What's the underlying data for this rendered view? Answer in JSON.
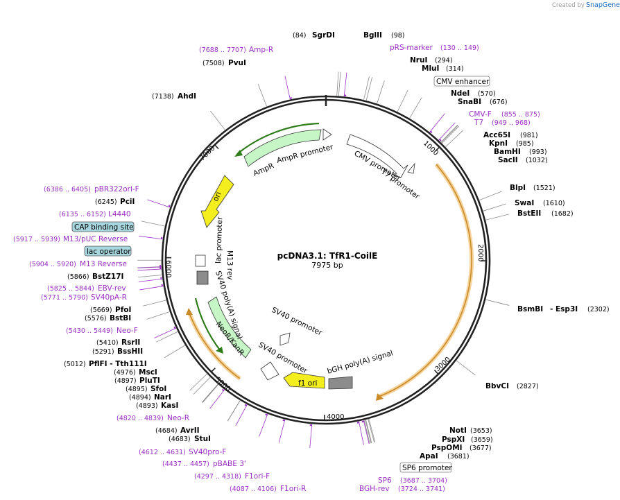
{
  "credit": {
    "text": "Created by",
    "brand": "SnapGene"
  },
  "plasmid": {
    "name": "pcDNA3.1: TfR1-CoilE",
    "length": "7975 bp",
    "total_bp": 7975
  },
  "ticks": [
    {
      "bp": 1000,
      "label": "1000"
    },
    {
      "bp": 2000,
      "label": "2000"
    },
    {
      "bp": 3000,
      "label": "3000"
    },
    {
      "bp": 4000,
      "label": "4000"
    },
    {
      "bp": 5000,
      "label": "5000"
    },
    {
      "bp": 6000,
      "label": "6000"
    },
    {
      "bp": 7000,
      "label": "7000"
    }
  ],
  "sites": [
    {
      "name": "SgrDI",
      "pos": "(84)",
      "type": "enzyme",
      "bp": 84
    },
    {
      "name": "BglII",
      "pos": "(98)",
      "type": "enzyme",
      "bp": 98
    },
    {
      "name": "pRS-marker",
      "pos": "(130 .. 149)",
      "type": "primer",
      "bp": 140
    },
    {
      "name": "NruI",
      "pos": "(294)",
      "type": "enzyme",
      "bp": 294
    },
    {
      "name": "MluI",
      "pos": "(314)",
      "type": "enzyme",
      "bp": 314
    },
    {
      "name": "CMV enhancer",
      "pos": "",
      "type": "boxed",
      "bp": 400
    },
    {
      "name": "NdeI",
      "pos": "(570)",
      "type": "enzyme",
      "bp": 570
    },
    {
      "name": "SnaBI",
      "pos": "(676)",
      "type": "enzyme",
      "bp": 676
    },
    {
      "name": "CMV-F",
      "pos": "(855 .. 875)",
      "type": "primer",
      "bp": 865
    },
    {
      "name": "T7",
      "pos": "(949 .. 968)",
      "type": "primer",
      "bp": 958
    },
    {
      "name": "Acc65I",
      "pos": "(981)",
      "type": "enzyme",
      "bp": 981
    },
    {
      "name": "KpnI",
      "pos": "(985)",
      "type": "enzyme",
      "bp": 985
    },
    {
      "name": "BamHI",
      "pos": "(993)",
      "type": "enzyme",
      "bp": 993
    },
    {
      "name": "SacII",
      "pos": "(1032)",
      "type": "enzyme",
      "bp": 1032
    },
    {
      "name": "BlpI",
      "pos": "(1521)",
      "type": "enzyme",
      "bp": 1521
    },
    {
      "name": "SwaI",
      "pos": "(1610)",
      "type": "enzyme",
      "bp": 1610
    },
    {
      "name": "BstEII",
      "pos": "(1682)",
      "type": "enzyme",
      "bp": 1682
    },
    {
      "name": "BsmBI",
      "pos": "",
      "type": "enzyme",
      "bp": 2302
    },
    {
      "name": "- Esp3I",
      "pos": "(2302)",
      "type": "enzyme",
      "bp": 2302
    },
    {
      "name": "BbvCI",
      "pos": "(2827)",
      "type": "enzyme",
      "bp": 2827
    },
    {
      "name": "NotI",
      "pos": "(3653)",
      "type": "enzyme",
      "bp": 3653
    },
    {
      "name": "PspXI",
      "pos": "(3659)",
      "type": "enzyme",
      "bp": 3659
    },
    {
      "name": "PspOMI",
      "pos": "(3677)",
      "type": "enzyme",
      "bp": 3677
    },
    {
      "name": "ApaI",
      "pos": "(3681)",
      "type": "enzyme",
      "bp": 3681
    },
    {
      "name": "SP6 promoter",
      "pos": "",
      "type": "boxed",
      "bp": 3690
    },
    {
      "name": "SP6",
      "pos": "(3687 .. 3704)",
      "type": "primer",
      "bp": 3695
    },
    {
      "name": "BGH-rev",
      "pos": "(3724 .. 3741)",
      "type": "primer",
      "bp": 3732
    },
    {
      "name": "F1ori-R",
      "pos": "(4087 .. 4106)",
      "type": "primer",
      "bp": 4096
    },
    {
      "name": "F1ori-F",
      "pos": "(4297 .. 4318)",
      "type": "primer",
      "bp": 4307
    },
    {
      "name": "pBABE 3'",
      "pos": "(4437 .. 4457)",
      "type": "primer",
      "bp": 4447
    },
    {
      "name": "SV40pro-F",
      "pos": "(4612 .. 4631)",
      "type": "primer",
      "bp": 4621
    },
    {
      "name": "StuI",
      "pos": "(4683)",
      "type": "enzyme",
      "bp": 4683
    },
    {
      "name": "AvrII",
      "pos": "(4684)",
      "type": "enzyme",
      "bp": 4684
    },
    {
      "name": "Neo-R",
      "pos": "(4820 .. 4839)",
      "type": "primer",
      "bp": 4830
    },
    {
      "name": "KasI",
      "pos": "(4893)",
      "type": "enzyme",
      "bp": 4893
    },
    {
      "name": "NarI",
      "pos": "(4894)",
      "type": "enzyme",
      "bp": 4894
    },
    {
      "name": "SfoI",
      "pos": "(4895)",
      "type": "enzyme",
      "bp": 4895
    },
    {
      "name": "PluTI",
      "pos": "(4897)",
      "type": "enzyme",
      "bp": 4897
    },
    {
      "name": "MscI",
      "pos": "(4976)",
      "type": "enzyme",
      "bp": 4976
    },
    {
      "name": "PflFI - Tth111I",
      "pos": "(5012)",
      "type": "enzyme",
      "bp": 5012
    },
    {
      "name": "BssHII",
      "pos": "(5291)",
      "type": "enzyme",
      "bp": 5291
    },
    {
      "name": "RsrII",
      "pos": "(5410)",
      "type": "enzyme",
      "bp": 5410
    },
    {
      "name": "Neo-F",
      "pos": "(5430 .. 5449)",
      "type": "primer",
      "bp": 5440
    },
    {
      "name": "BstBI",
      "pos": "(5576)",
      "type": "enzyme",
      "bp": 5576
    },
    {
      "name": "PfoI",
      "pos": "(5669)",
      "type": "enzyme",
      "bp": 5669
    },
    {
      "name": "SV40pA-R",
      "pos": "(5771 .. 5790)",
      "type": "primer",
      "bp": 5780
    },
    {
      "name": "EBV-rev",
      "pos": "(5825 .. 5844)",
      "type": "primer",
      "bp": 5835
    },
    {
      "name": "BstZ17I",
      "pos": "(5866)",
      "type": "enzyme",
      "bp": 5866
    },
    {
      "name": "M13 Reverse",
      "pos": "(5904 .. 5920)",
      "type": "primer",
      "bp": 5912
    },
    {
      "name": "lac operator",
      "pos": "",
      "type": "boxed",
      "bp": 5930
    },
    {
      "name": "M13/pUC Reverse",
      "pos": "(5917 .. 5939)",
      "type": "primer",
      "bp": 5928
    },
    {
      "name": "CAP binding site",
      "pos": "",
      "type": "boxed",
      "bp": 5980
    },
    {
      "name": "L4440",
      "pos": "(6135 .. 6152)",
      "type": "primer",
      "bp": 6143
    },
    {
      "name": "PciI",
      "pos": "(6245)",
      "type": "enzyme",
      "bp": 6245
    },
    {
      "name": "pBR322ori-F",
      "pos": "(6386 .. 6405)",
      "type": "primer",
      "bp": 6395
    },
    {
      "name": "AhdI",
      "pos": "(7138)",
      "type": "enzyme",
      "bp": 7138
    },
    {
      "name": "PvuI",
      "pos": "(7508)",
      "type": "enzyme",
      "bp": 7508
    },
    {
      "name": "Amp-R",
      "pos": "(7688 .. 7707)",
      "type": "primer",
      "bp": 7697
    }
  ],
  "features": [
    {
      "name": "CMV promoter",
      "color": "#ffffff"
    },
    {
      "name": "T7 promoter",
      "color": "#ffffff"
    },
    {
      "name": "AmpR",
      "color": "#c6f5c6"
    },
    {
      "name": "AmpR promoter",
      "color": "#ffffff"
    },
    {
      "name": "ori",
      "color": "#f5ee1f"
    },
    {
      "name": "lac promoter",
      "color": "#ffffff"
    },
    {
      "name": "M13 rev",
      "color": "#ffffff"
    },
    {
      "name": "SV40 poly(A) signal",
      "color": "#8c8c8c"
    },
    {
      "name": "NeoR/KanR",
      "color": "#c6f5c6"
    },
    {
      "name": "SV40 promoter",
      "color": "#ffffff"
    },
    {
      "name": "f1 ori",
      "color": "#f5ee1f"
    },
    {
      "name": "bGH poly(A) signal",
      "color": "#8c8c8c"
    }
  ],
  "colors": {
    "enzyme_text": "#000000",
    "primer": "#9a2fc4",
    "boxed_fill": "#a8d6de",
    "orf": "#e8a444",
    "backbone": "#222222",
    "green_arrow": "#c6f5c6",
    "yellow_arrow": "#f5ee1f"
  }
}
